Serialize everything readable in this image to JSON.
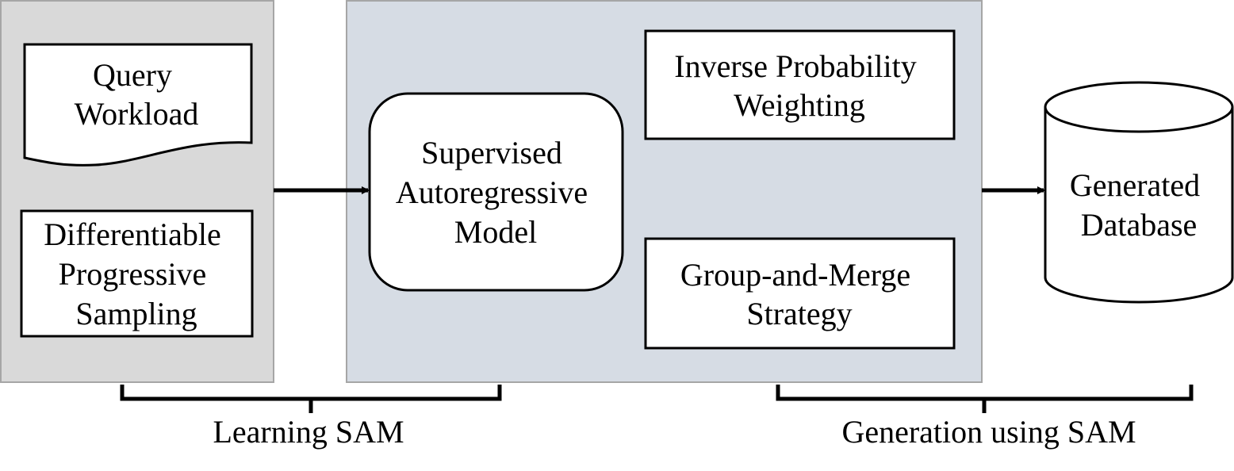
{
  "colors": {
    "left_panel_fill": "#d9d9d9",
    "center_panel_fill": "#d6dce4",
    "panel_border": "#a6a6a6",
    "box_fill": "#ffffff",
    "stroke": "#000000"
  },
  "nodes": {
    "query_workload": [
      "Query",
      "Workload"
    ],
    "progressive_sampling": [
      "Differentiable",
      "Progressive",
      "Sampling"
    ],
    "sam_model": [
      "Supervised",
      "Autoregressive",
      "Model"
    ],
    "ipw": [
      "Inverse Probability",
      "Weighting"
    ],
    "group_merge": [
      "Group-and-Merge",
      "Strategy"
    ],
    "generated_db": [
      "Generated",
      "Database"
    ]
  },
  "labels": {
    "learning": "Learning SAM",
    "generation": "Generation using SAM"
  }
}
